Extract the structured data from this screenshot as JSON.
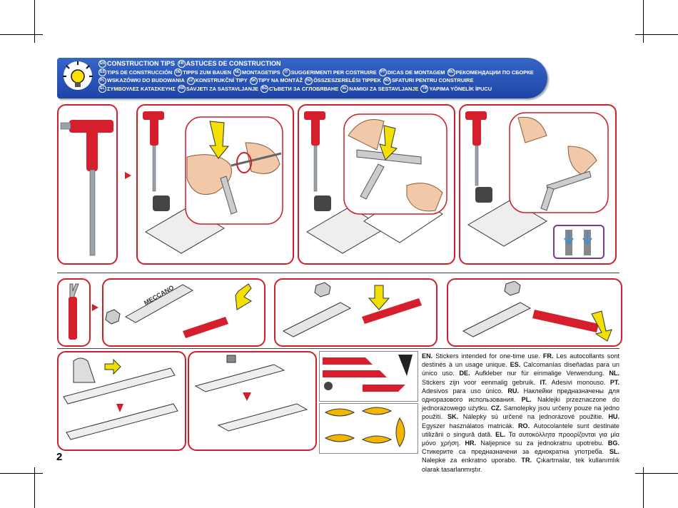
{
  "header": {
    "lines": [
      [
        {
          "code": "EN",
          "text": "CONSTRUCTION TIPS"
        },
        {
          "code": "FR",
          "text": "ASTUCES DE CONSTRUCTION"
        }
      ],
      [
        {
          "code": "ES",
          "text": "TIPS DE CONSTRUCCIÓN"
        },
        {
          "code": "DE",
          "text": "TIPPS ZUM BAUEN"
        },
        {
          "code": "NL",
          "text": "MONTAGETIPS"
        },
        {
          "code": "IT",
          "text": "SUGGERIMENTI PER COSTRUIRE"
        },
        {
          "code": "PT",
          "text": "DICAS DE MONTAGEM"
        },
        {
          "code": "RU",
          "text": "РЕКОМЕНДАЦИИ ПО СБОРКЕ"
        }
      ],
      [
        {
          "code": "PL",
          "text": "WSKAZÓWKI DO BUDOWANIA"
        },
        {
          "code": "CZ",
          "text": "KONSTRUKČNÍ TIPY"
        },
        {
          "code": "SK",
          "text": "TIPY NA MONTÁŽ"
        },
        {
          "code": "HU",
          "text": "ÖSSZESZERELÉSI TIPPEK"
        },
        {
          "code": "RO",
          "text": "SFATURI PENTRU CONSTRUIRE"
        }
      ],
      [
        {
          "code": "EL",
          "text": "ΣΥΜΒΟΥΛΕΣ ΚΑΤΑΣΚΕΥΗΣ"
        },
        {
          "code": "HR",
          "text": "SAVJETI ZA SASTAVLJANJE"
        },
        {
          "code": "BG",
          "text": "СЪВЕТИ ЗА СГЛОБЯВАНЕ"
        },
        {
          "code": "SL",
          "text": "NAMIGI ZA SESTAVLJANJE"
        },
        {
          "code": "TR",
          "text": "YAPIMA YÖNELİK İPUCU"
        }
      ]
    ]
  },
  "stickers_note": [
    {
      "code": "EN.",
      "text": "Stickers intended for one-time use."
    },
    {
      "code": "FR.",
      "text": "Les autocollants sont destinés à un usage unique."
    },
    {
      "code": "ES.",
      "text": "Calcomanías diseñadas para un único uso."
    },
    {
      "code": "DE.",
      "text": "Aufkleber nur für einmalige Verwendung."
    },
    {
      "code": "NL.",
      "text": "Stickers zijn voor eenmalig gebruik."
    },
    {
      "code": "IT.",
      "text": "Adesivi monouso."
    },
    {
      "code": "PT.",
      "text": "Adesivos para uso único."
    },
    {
      "code": "RU.",
      "text": "Наклейки предназначены для одноразового использования."
    },
    {
      "code": "PL.",
      "text": "Naklejki przeznaczone do jednorazowego użytku."
    },
    {
      "code": "CZ.",
      "text": "Samolepky jsou určeny pouze na jedno použití."
    },
    {
      "code": "SK.",
      "text": "Nálepky sú určené na jednorázové použitie."
    },
    {
      "code": "HU.",
      "text": "Egyszer használatos matricák."
    },
    {
      "code": "RO.",
      "text": "Autocolantele sunt destinate utilizării o singură dată."
    },
    {
      "code": "EL.",
      "text": "Τα αυτοκόλλητα προορίζονται για μία μόνο χρήση."
    },
    {
      "code": "HR.",
      "text": "Naljepnice su za jednokratnu upotrebu."
    },
    {
      "code": "BG.",
      "text": "Стикерите са предназначени за еднократна употреба."
    },
    {
      "code": "SL.",
      "text": "Nalepke za enkratno uporabo."
    },
    {
      "code": "TR.",
      "text": "Çıkartmalar, tek kullanımlık olarak tasarlanmıştır."
    }
  ],
  "tool_label": "MECCANO",
  "page_number": "2",
  "colors": {
    "accent_red": "#d01f2a",
    "banner_blue": "#2a55b8",
    "arrow_yellow": "#f3e000"
  }
}
